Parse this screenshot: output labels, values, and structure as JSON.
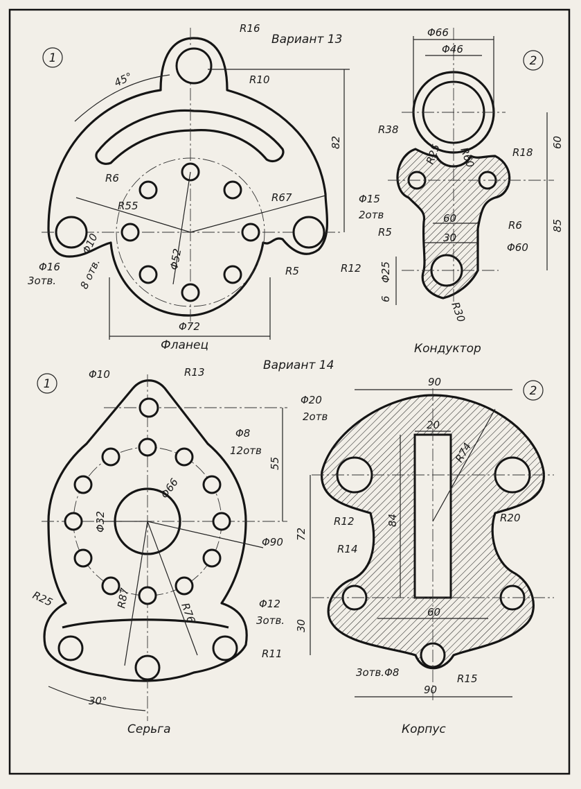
{
  "variants": {
    "v13": "Вариант 13",
    "v14": "Вариант 14"
  },
  "sheet_numbers": {
    "one": "1",
    "two": "2"
  },
  "captions": {
    "flanets": "Фланец",
    "konduktor": "Кондуктор",
    "serga": "Серьга",
    "korpus": "Корпус"
  },
  "flanets_dims": {
    "r16": "R16",
    "r10": "R10",
    "angle45": "45°",
    "d82": "82",
    "r6": "R6",
    "r55": "R55",
    "r67": "R67",
    "d16": "Φ16",
    "d16_note": "3отв.",
    "d10": "Φ10",
    "d10_note": "8 отв.",
    "d52": "Φ52",
    "r5": "R5",
    "r12": "R12",
    "d72": "Φ72"
  },
  "konduktor_dims": {
    "d66": "Φ66",
    "d46": "Φ46",
    "r38": "R38",
    "r25": "R25",
    "r60": "R60",
    "r18": "R18",
    "d60v": "60",
    "d15": "Φ15",
    "d15_note": "2отв",
    "w60": "60",
    "r5": "R5",
    "r6": "R6",
    "w30": "30",
    "d60": "Φ60",
    "h85": "85",
    "d25": "Φ25",
    "h6": "6",
    "r30": "R30"
  },
  "serga_dims": {
    "d10": "Φ10",
    "r13": "R13",
    "d8": "Φ8",
    "d8_note": "12отв",
    "h55": "55",
    "d66": "Φ66",
    "d32": "Φ32",
    "d90": "Φ90",
    "r25": "R25",
    "r87": "R87",
    "r76": "R76",
    "d12": "Φ12",
    "d12_note": "3отв.",
    "r11": "R11",
    "angle30": "30°"
  },
  "korpus_dims": {
    "w90top": "90",
    "d20": "Φ20",
    "d20_note": "2отв",
    "w20": "20",
    "r74": "R74",
    "h84": "84",
    "r12": "R12",
    "r20": "R20",
    "h72": "72",
    "r14": "R14",
    "w60": "60",
    "h30": "30",
    "d8_note": "3отв.Φ8",
    "r15": "R15",
    "w90bot": "90"
  }
}
